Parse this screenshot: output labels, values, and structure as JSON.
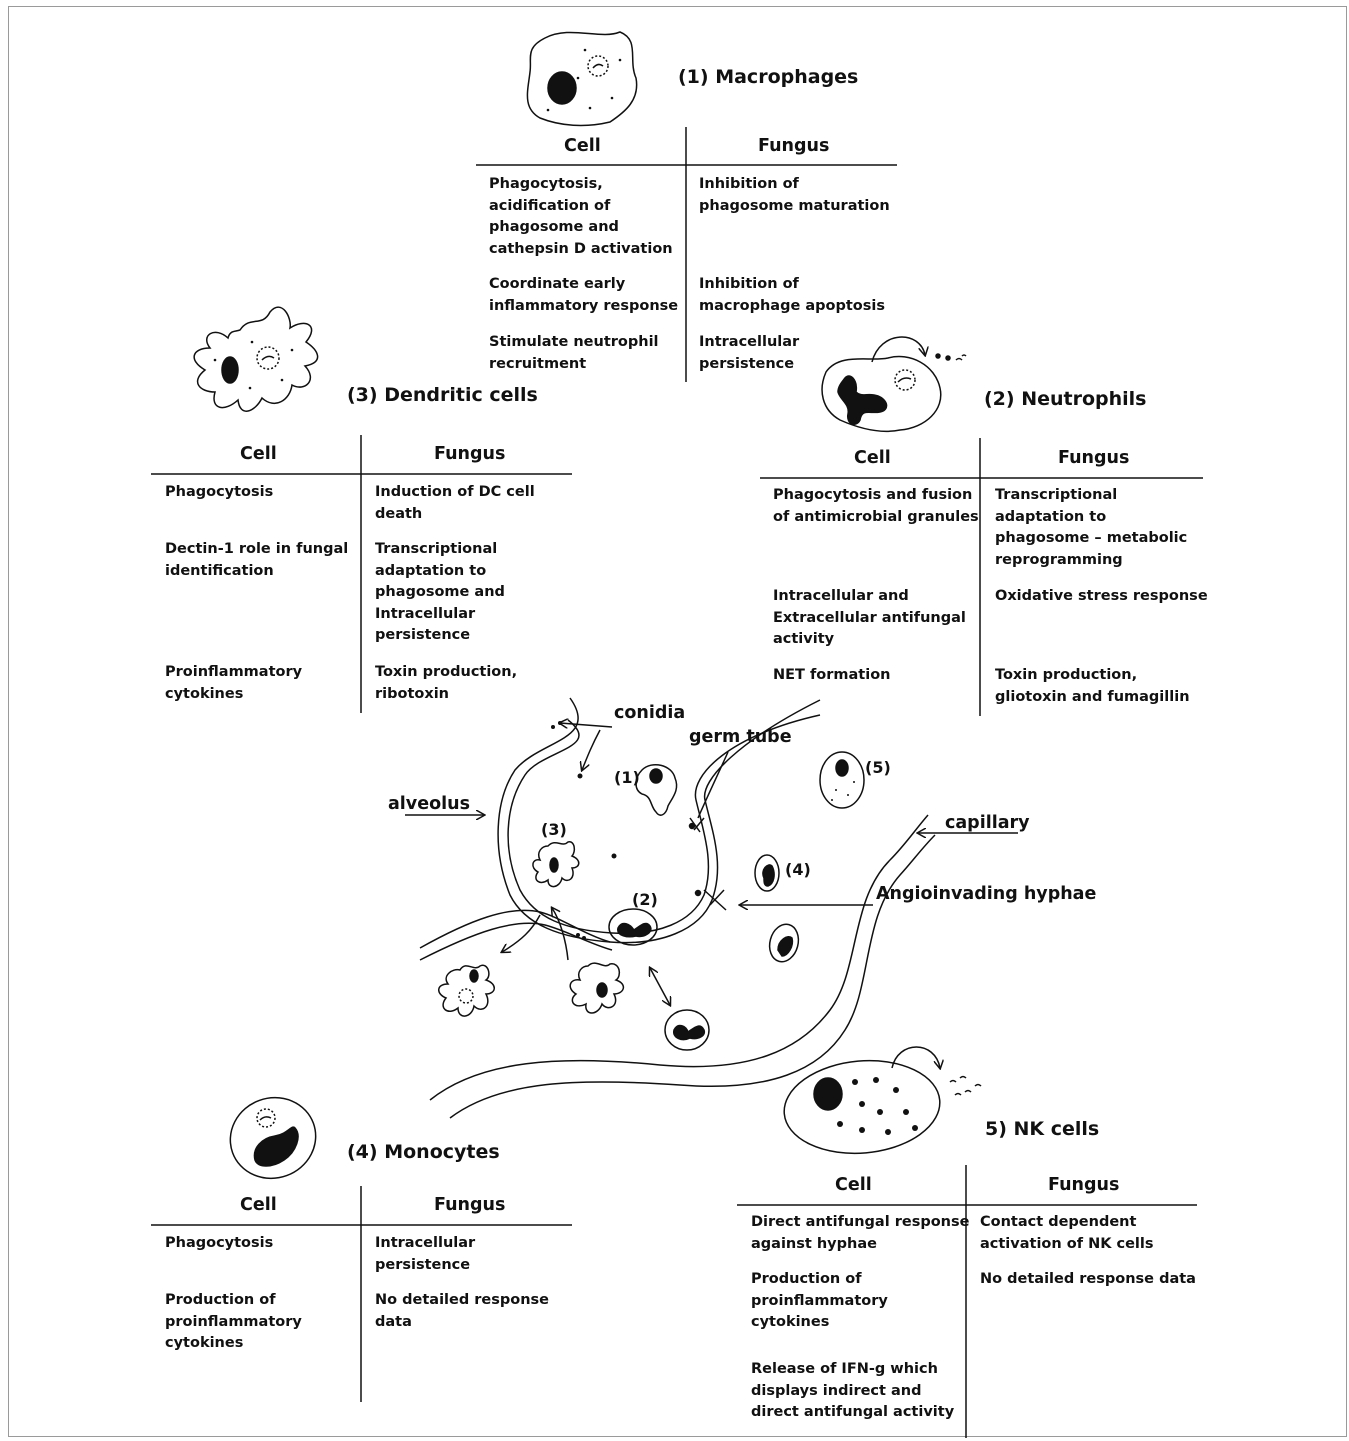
{
  "panels": {
    "macrophages": {
      "title": "(1) Macrophages",
      "col_cell": "Cell",
      "col_fungus": "Fungus",
      "cell": [
        "Phagocytosis,\nacidification of\nphagosome and\ncathepsin D activation",
        "Coordinate early\ninflammatory response",
        "Stimulate neutrophil\nrecruitment"
      ],
      "fungus": [
        "Inhibition of\nphagosome maturation",
        "Inhibition of\nmacrophage apoptosis",
        "Intracellular\npersistence"
      ]
    },
    "neutrophils": {
      "title": "(2) Neutrophils",
      "col_cell": "Cell",
      "col_fungus": "Fungus",
      "cell": [
        "Phagocytosis and fusion\nof antimicrobial granules",
        "Intracellular and\nExtracellular antifungal\nactivity",
        "NET formation"
      ],
      "fungus": [
        "Transcriptional\nadaptation to\nphagosome – metabolic\nreprogramming",
        "Oxidative stress response",
        "Toxin production,\ngliotoxin and fumagillin"
      ]
    },
    "dendritic": {
      "title": "(3) Dendritic cells",
      "col_cell": "Cell",
      "col_fungus": "Fungus",
      "cell": [
        "Phagocytosis",
        "Dectin-1 role in fungal\nidentification",
        "Proinflammatory\ncytokines"
      ],
      "fungus": [
        "Induction of DC cell\ndeath",
        "Transcriptional\nadaptation to\nphagosome and\nIntracellular\npersistence",
        "Toxin production,\nribotoxin"
      ]
    },
    "monocytes": {
      "title": "(4) Monocytes",
      "col_cell": "Cell",
      "col_fungus": "Fungus",
      "cell": [
        "Phagocytosis",
        "Production of\nproinflammatory\ncytokines"
      ],
      "fungus": [
        "Intracellular\npersistence",
        "No detailed response\ndata"
      ]
    },
    "nk": {
      "title": "5) NK cells",
      "col_cell": "Cell",
      "col_fungus": "Fungus",
      "cell": [
        "Direct antifungal response\nagainst hyphae",
        "Production of\nproinflammatory\ncytokines",
        "Release of IFN-g which\ndisplays indirect and\ndirect antifungal activity"
      ],
      "fungus": [
        "Contact dependent\nactivation of NK cells",
        "No detailed response data"
      ]
    }
  },
  "diagram": {
    "labels": {
      "conidia": "conidia",
      "germ_tube": "germ tube",
      "alveolus": "alveolus",
      "capillary": "capillary",
      "angioinvading": "Angioinvading hyphae"
    },
    "markers": [
      "(1)",
      "(2)",
      "(3)",
      "(4)",
      "(5)"
    ]
  }
}
